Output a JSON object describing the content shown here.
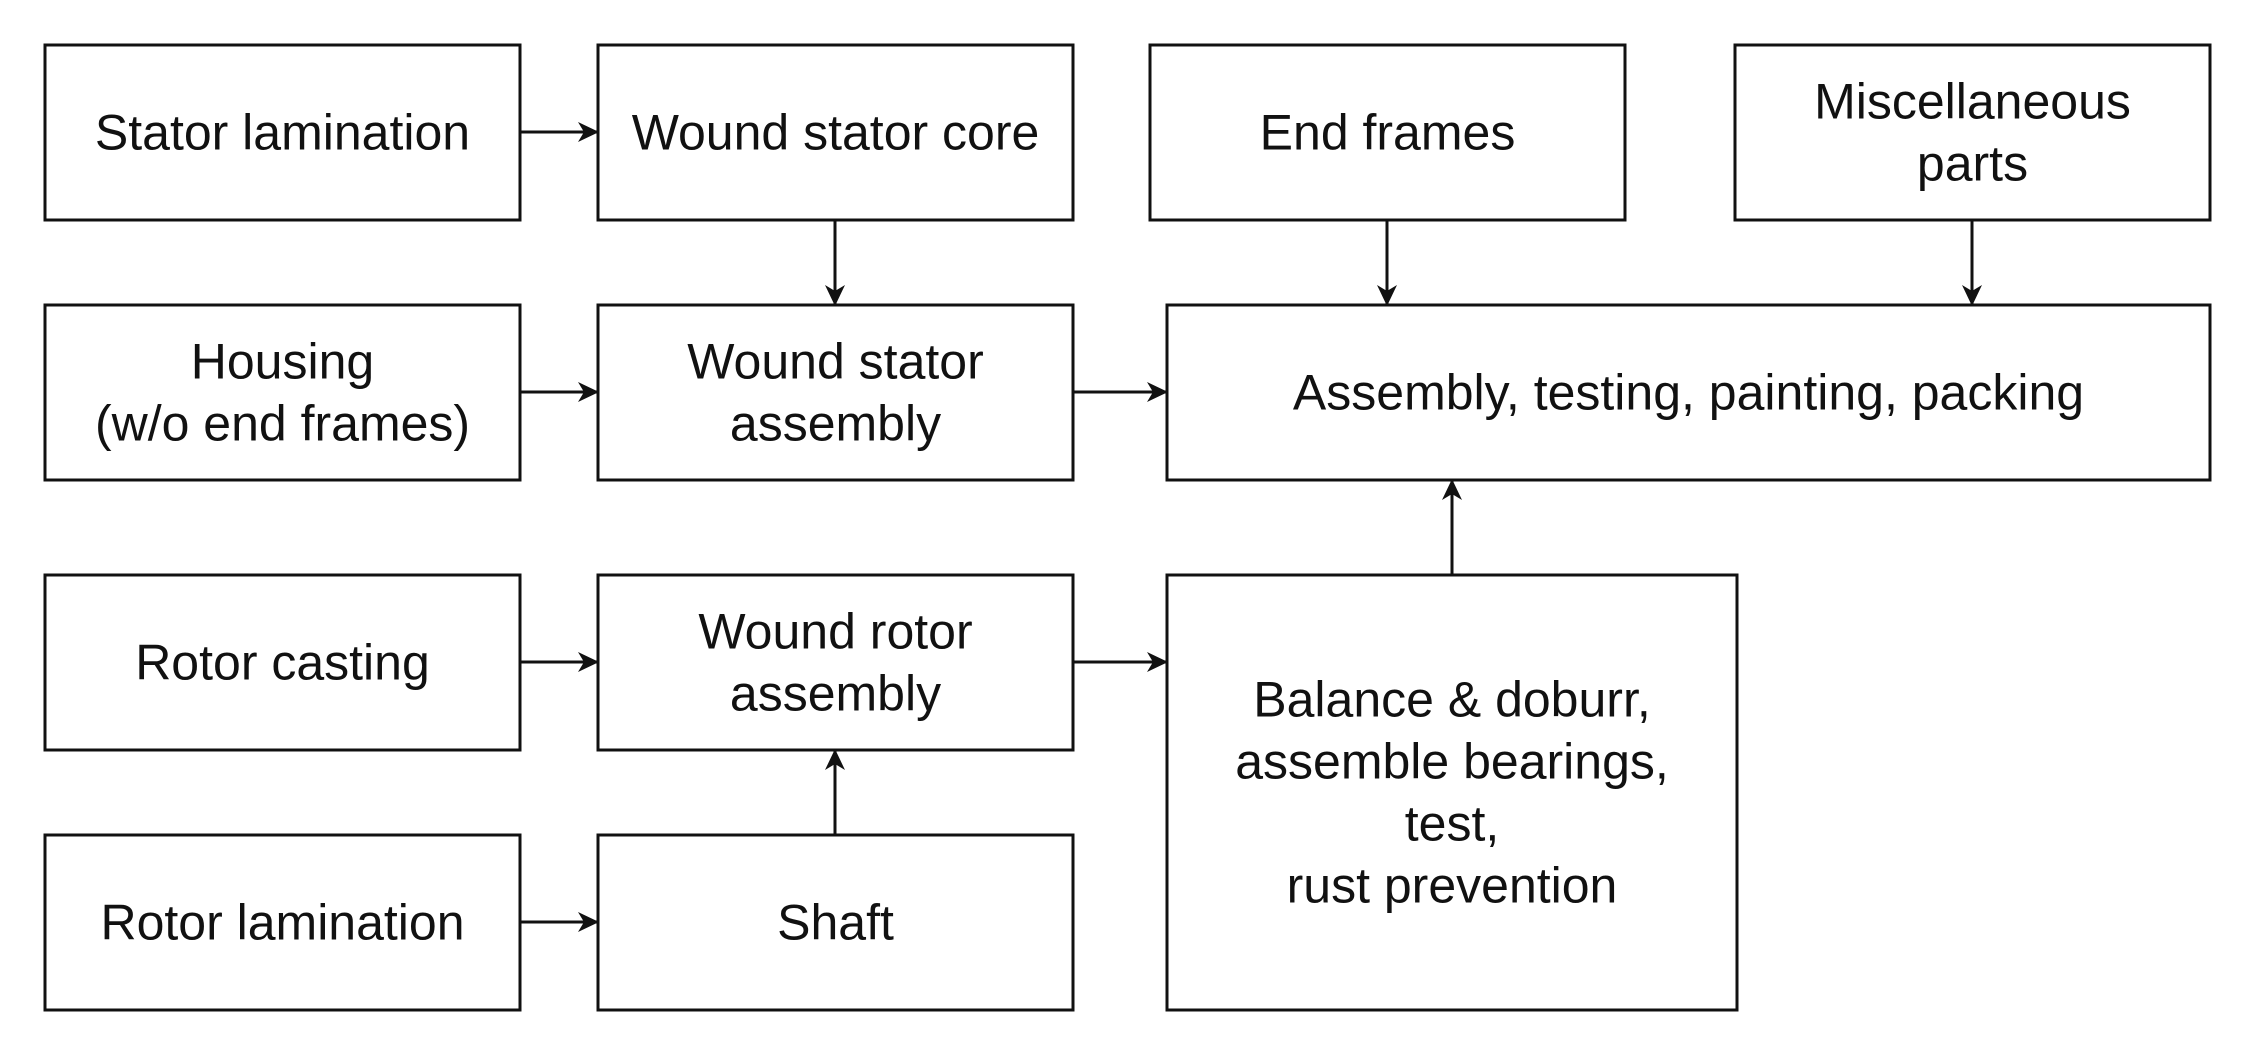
{
  "diagram": {
    "nodes": [
      {
        "id": "stator-lamination",
        "lines": [
          "Stator lamination"
        ]
      },
      {
        "id": "wound-stator-core",
        "lines": [
          "Wound stator core"
        ]
      },
      {
        "id": "end-frames",
        "lines": [
          "End frames"
        ]
      },
      {
        "id": "miscellaneous-parts",
        "lines": [
          "Miscellaneous",
          "parts"
        ]
      },
      {
        "id": "housing",
        "lines": [
          "Housing",
          "(w/o end frames)"
        ]
      },
      {
        "id": "wound-stator-assembly",
        "lines": [
          "Wound stator",
          "assembly"
        ]
      },
      {
        "id": "assembly-testing",
        "lines": [
          "Assembly, testing, painting, packing"
        ]
      },
      {
        "id": "rotor-casting",
        "lines": [
          "Rotor casting"
        ]
      },
      {
        "id": "wound-rotor-assembly",
        "lines": [
          "Wound rotor",
          "assembly"
        ]
      },
      {
        "id": "balance-deburr",
        "lines": [
          "Balance & doburr,",
          "assemble bearings,",
          "test,",
          "rust prevention"
        ]
      },
      {
        "id": "rotor-lamination",
        "lines": [
          "Rotor lamination"
        ]
      },
      {
        "id": "shaft",
        "lines": [
          "Shaft"
        ]
      }
    ],
    "edges": [
      {
        "from": "stator-lamination",
        "to": "wound-stator-core"
      },
      {
        "from": "wound-stator-core",
        "to": "wound-stator-assembly"
      },
      {
        "from": "housing",
        "to": "wound-stator-assembly"
      },
      {
        "from": "wound-stator-assembly",
        "to": "assembly-testing"
      },
      {
        "from": "end-frames",
        "to": "assembly-testing"
      },
      {
        "from": "miscellaneous-parts",
        "to": "assembly-testing"
      },
      {
        "from": "rotor-casting",
        "to": "wound-rotor-assembly"
      },
      {
        "from": "shaft",
        "to": "wound-rotor-assembly"
      },
      {
        "from": "rotor-lamination",
        "to": "shaft"
      },
      {
        "from": "wound-rotor-assembly",
        "to": "balance-deburr"
      },
      {
        "from": "balance-deburr",
        "to": "assembly-testing"
      }
    ]
  }
}
